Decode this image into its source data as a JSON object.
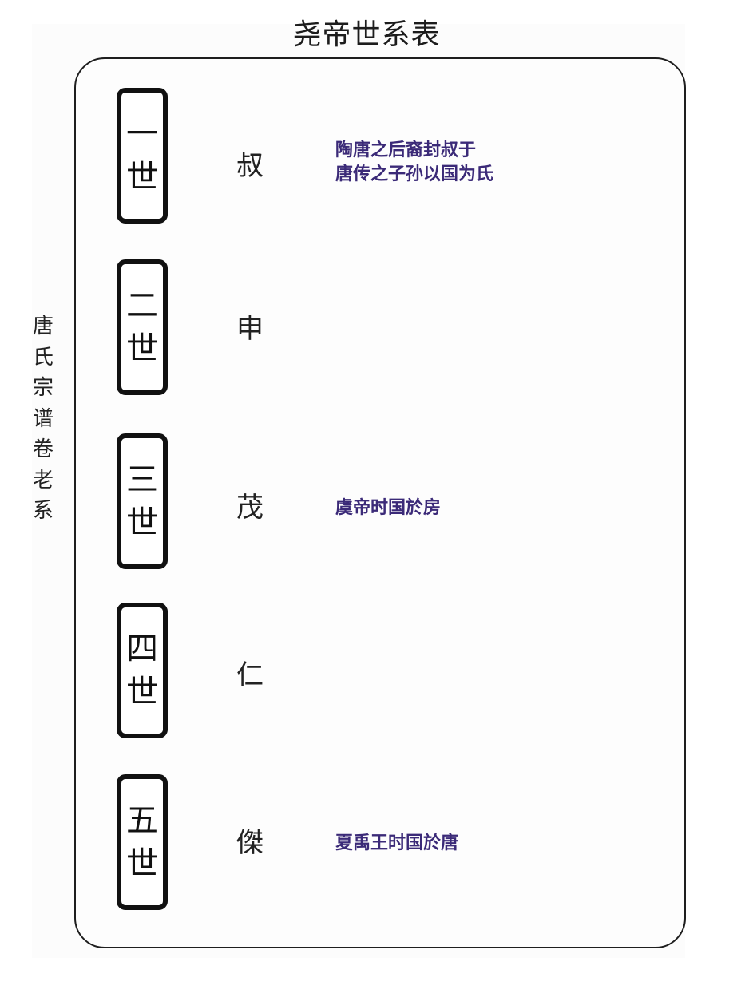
{
  "title": "尧帝世系表",
  "side_label": [
    "唐",
    "氏",
    "宗",
    "谱",
    "卷",
    "老",
    "系"
  ],
  "colors": {
    "note_text": "#3b2a78",
    "frame_border": "#1e1e1e",
    "box_border": "#111111"
  },
  "generations": [
    {
      "ordinal": "一",
      "suffix": "世",
      "name": "叔",
      "notes": [
        "陶唐之后裔封叔于",
        "唐传之子孙以国为氏"
      ]
    },
    {
      "ordinal": "二",
      "suffix": "世",
      "name": "申",
      "notes": []
    },
    {
      "ordinal": "三",
      "suffix": "世",
      "name": "茂",
      "notes": [
        "虞帝时国於房"
      ]
    },
    {
      "ordinal": "四",
      "suffix": "世",
      "name": "仁",
      "notes": []
    },
    {
      "ordinal": "五",
      "suffix": "世",
      "name": "傑",
      "notes": [
        "夏禹王时国於唐"
      ]
    }
  ]
}
